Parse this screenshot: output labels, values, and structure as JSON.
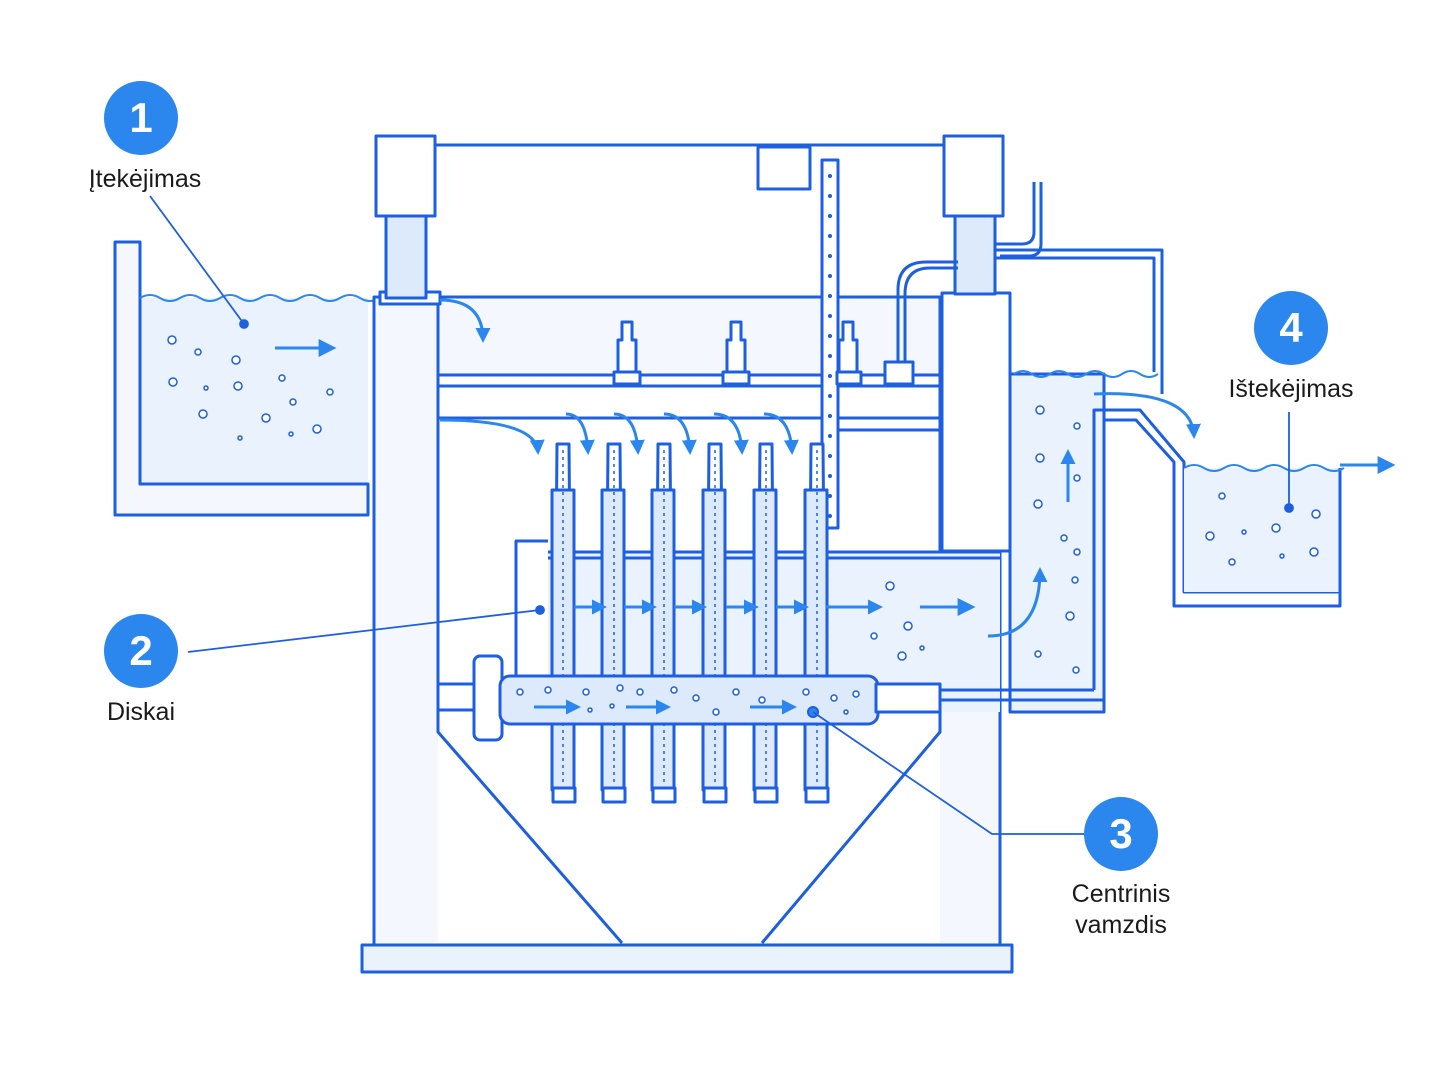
{
  "colors": {
    "line": "#1e5fe0",
    "accent": "#2b86ee",
    "water": "#eaf2fd",
    "tank": "#f4f8fe",
    "badge": "#2b86ee",
    "text": "#1a1a1a"
  },
  "callouts": [
    {
      "number": "1",
      "label_lines": [
        "Įtekėjimas"
      ]
    },
    {
      "number": "2",
      "label_lines": [
        "Diskai"
      ]
    },
    {
      "number": "3",
      "label_lines": [
        "Centrinis",
        "vamzdis"
      ]
    },
    {
      "number": "4",
      "label_lines": [
        "Ištekėjimas"
      ]
    }
  ]
}
